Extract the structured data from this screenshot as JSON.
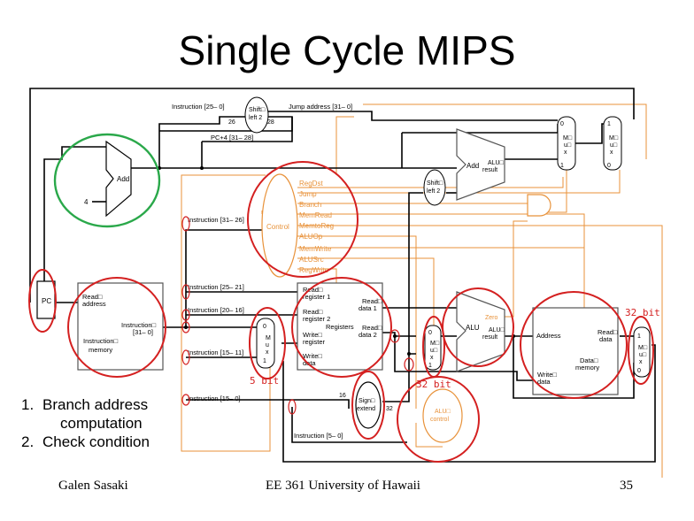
{
  "title": "Single Cycle MIPS",
  "labels": {
    "instr_25_0": "Instruction [25– 0]",
    "shift_left_2_top": "Shift□\nleft 2",
    "n26": "26",
    "n28": "28",
    "jump_address": "Jump address [31– 0]",
    "pc4": "PC+4 [31– 28]",
    "add1": "Add",
    "four": "4",
    "add2": "Add",
    "alu_result_top": "ALU□\nresult",
    "shift_left_2_mid": "Shift□\nleft 2",
    "mux_top_0": "0",
    "mux_top_1": "1",
    "mux_text": "M□\nu□\nx",
    "mux_right_0": "0",
    "mux_right_1": "1",
    "control": "Control",
    "instr_31_26": "Instruction [31– 26]",
    "pc": "PC",
    "read_address": "Read□\naddress",
    "instruction_31_0": "Instruction□\n[31– 0]",
    "instruction_memory": "Instruction□\nmemory",
    "instr_25_21": "Instruction [25– 21]",
    "instr_20_16": "Instruction [20– 16]",
    "instr_15_11": "Instruction [15– 11]",
    "instr_15_0": "Instruction [15– 0]",
    "instr_5_0": "Instruction [5– 0]",
    "read_reg1": "Read□\nregister 1",
    "read_reg2": "Read□\nregister 2",
    "write_reg": "Write□\nregister",
    "write_data": "Write□\ndata",
    "registers": "Registers",
    "read_data1": "Read□\ndata 1",
    "read_data2": "Read□\ndata 2",
    "alu": "ALU",
    "zero": "Zero",
    "alu_result": "ALU□\nresult",
    "address": "Address",
    "read_data": "Read□\ndata",
    "data_memory": "Data□\nmemory",
    "write_data_mem": "Write□\ndata",
    "sign_extend": "Sign□\nextend",
    "n16": "16",
    "n32": "32",
    "alu_control": "ALU□\ncontrol",
    "five_bit": "5 bit",
    "thirty_two_bit_a": "32 bit",
    "thirty_two_bit_b": "32 bit"
  },
  "control_signals": [
    "RegDst",
    "Jump",
    "Branch",
    "MemRead",
    "MemtoReg",
    "ALUOp",
    "MemWrite",
    "ALUSrc",
    "RegWrite"
  ],
  "notes": [
    {
      "num": "1.",
      "text": "Branch address",
      "cont": "computation"
    },
    {
      "num": "2.",
      "text": "Check condition",
      "cont": ""
    }
  ],
  "footer": {
    "author": "Galen Sasaki",
    "course": "EE 361 University of Hawaii",
    "page": "35"
  },
  "colors": {
    "control_orange": "#e8923a",
    "annotation_red": "#d42020",
    "annotation_green": "#2aa84a",
    "wire_black": "#000000",
    "wire_gray": "#555555"
  }
}
